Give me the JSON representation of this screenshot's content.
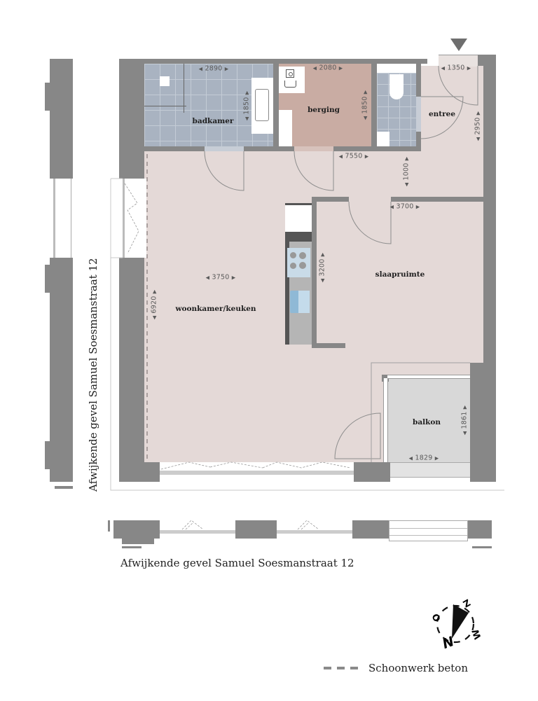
{
  "floorplan": {
    "rooms": {
      "badkamer": {
        "label": "badkamer",
        "width_dim": "2890",
        "depth_dim": "1850"
      },
      "berging": {
        "label": "berging",
        "width_dim": "2080",
        "depth_dim": "1850"
      },
      "entree": {
        "label": "entree",
        "width_dim": "1350",
        "depth_dim": "2950"
      },
      "hall": {
        "width_dim": "7550",
        "depth_dim": "1000"
      },
      "woonkamer": {
        "label": "woonkamer/keuken",
        "width_dim": "3750",
        "depth_dim": "6920"
      },
      "slaapruimte": {
        "label": "slaapruimte",
        "width_dim": "3700",
        "depth_dim": "3200"
      },
      "balkon": {
        "label": "balkon",
        "width_dim": "1829",
        "depth_dim": "1861"
      }
    },
    "entrance_marker": "entrance-arrow"
  },
  "elevations": {
    "left_caption": "Afwijkende gevel Samuel Soesmanstraat 12",
    "bottom_caption": "Afwijkende gevel Samuel Soesmanstraat 12"
  },
  "compass": {
    "letters": {
      "north": "N",
      "east": "O",
      "south": "Z",
      "west": "W"
    }
  },
  "legend": {
    "items": [
      {
        "symbol": "dashed-line",
        "label": "Schoonwerk beton"
      }
    ]
  },
  "colors": {
    "wall": "#878787",
    "living_floor": "#e4d9d7",
    "storage_floor": "#c9aca3",
    "wet_floor": "#a9b3c1",
    "balcony_floor": "#d8d8d8",
    "kitchen_dark": "#555555"
  }
}
